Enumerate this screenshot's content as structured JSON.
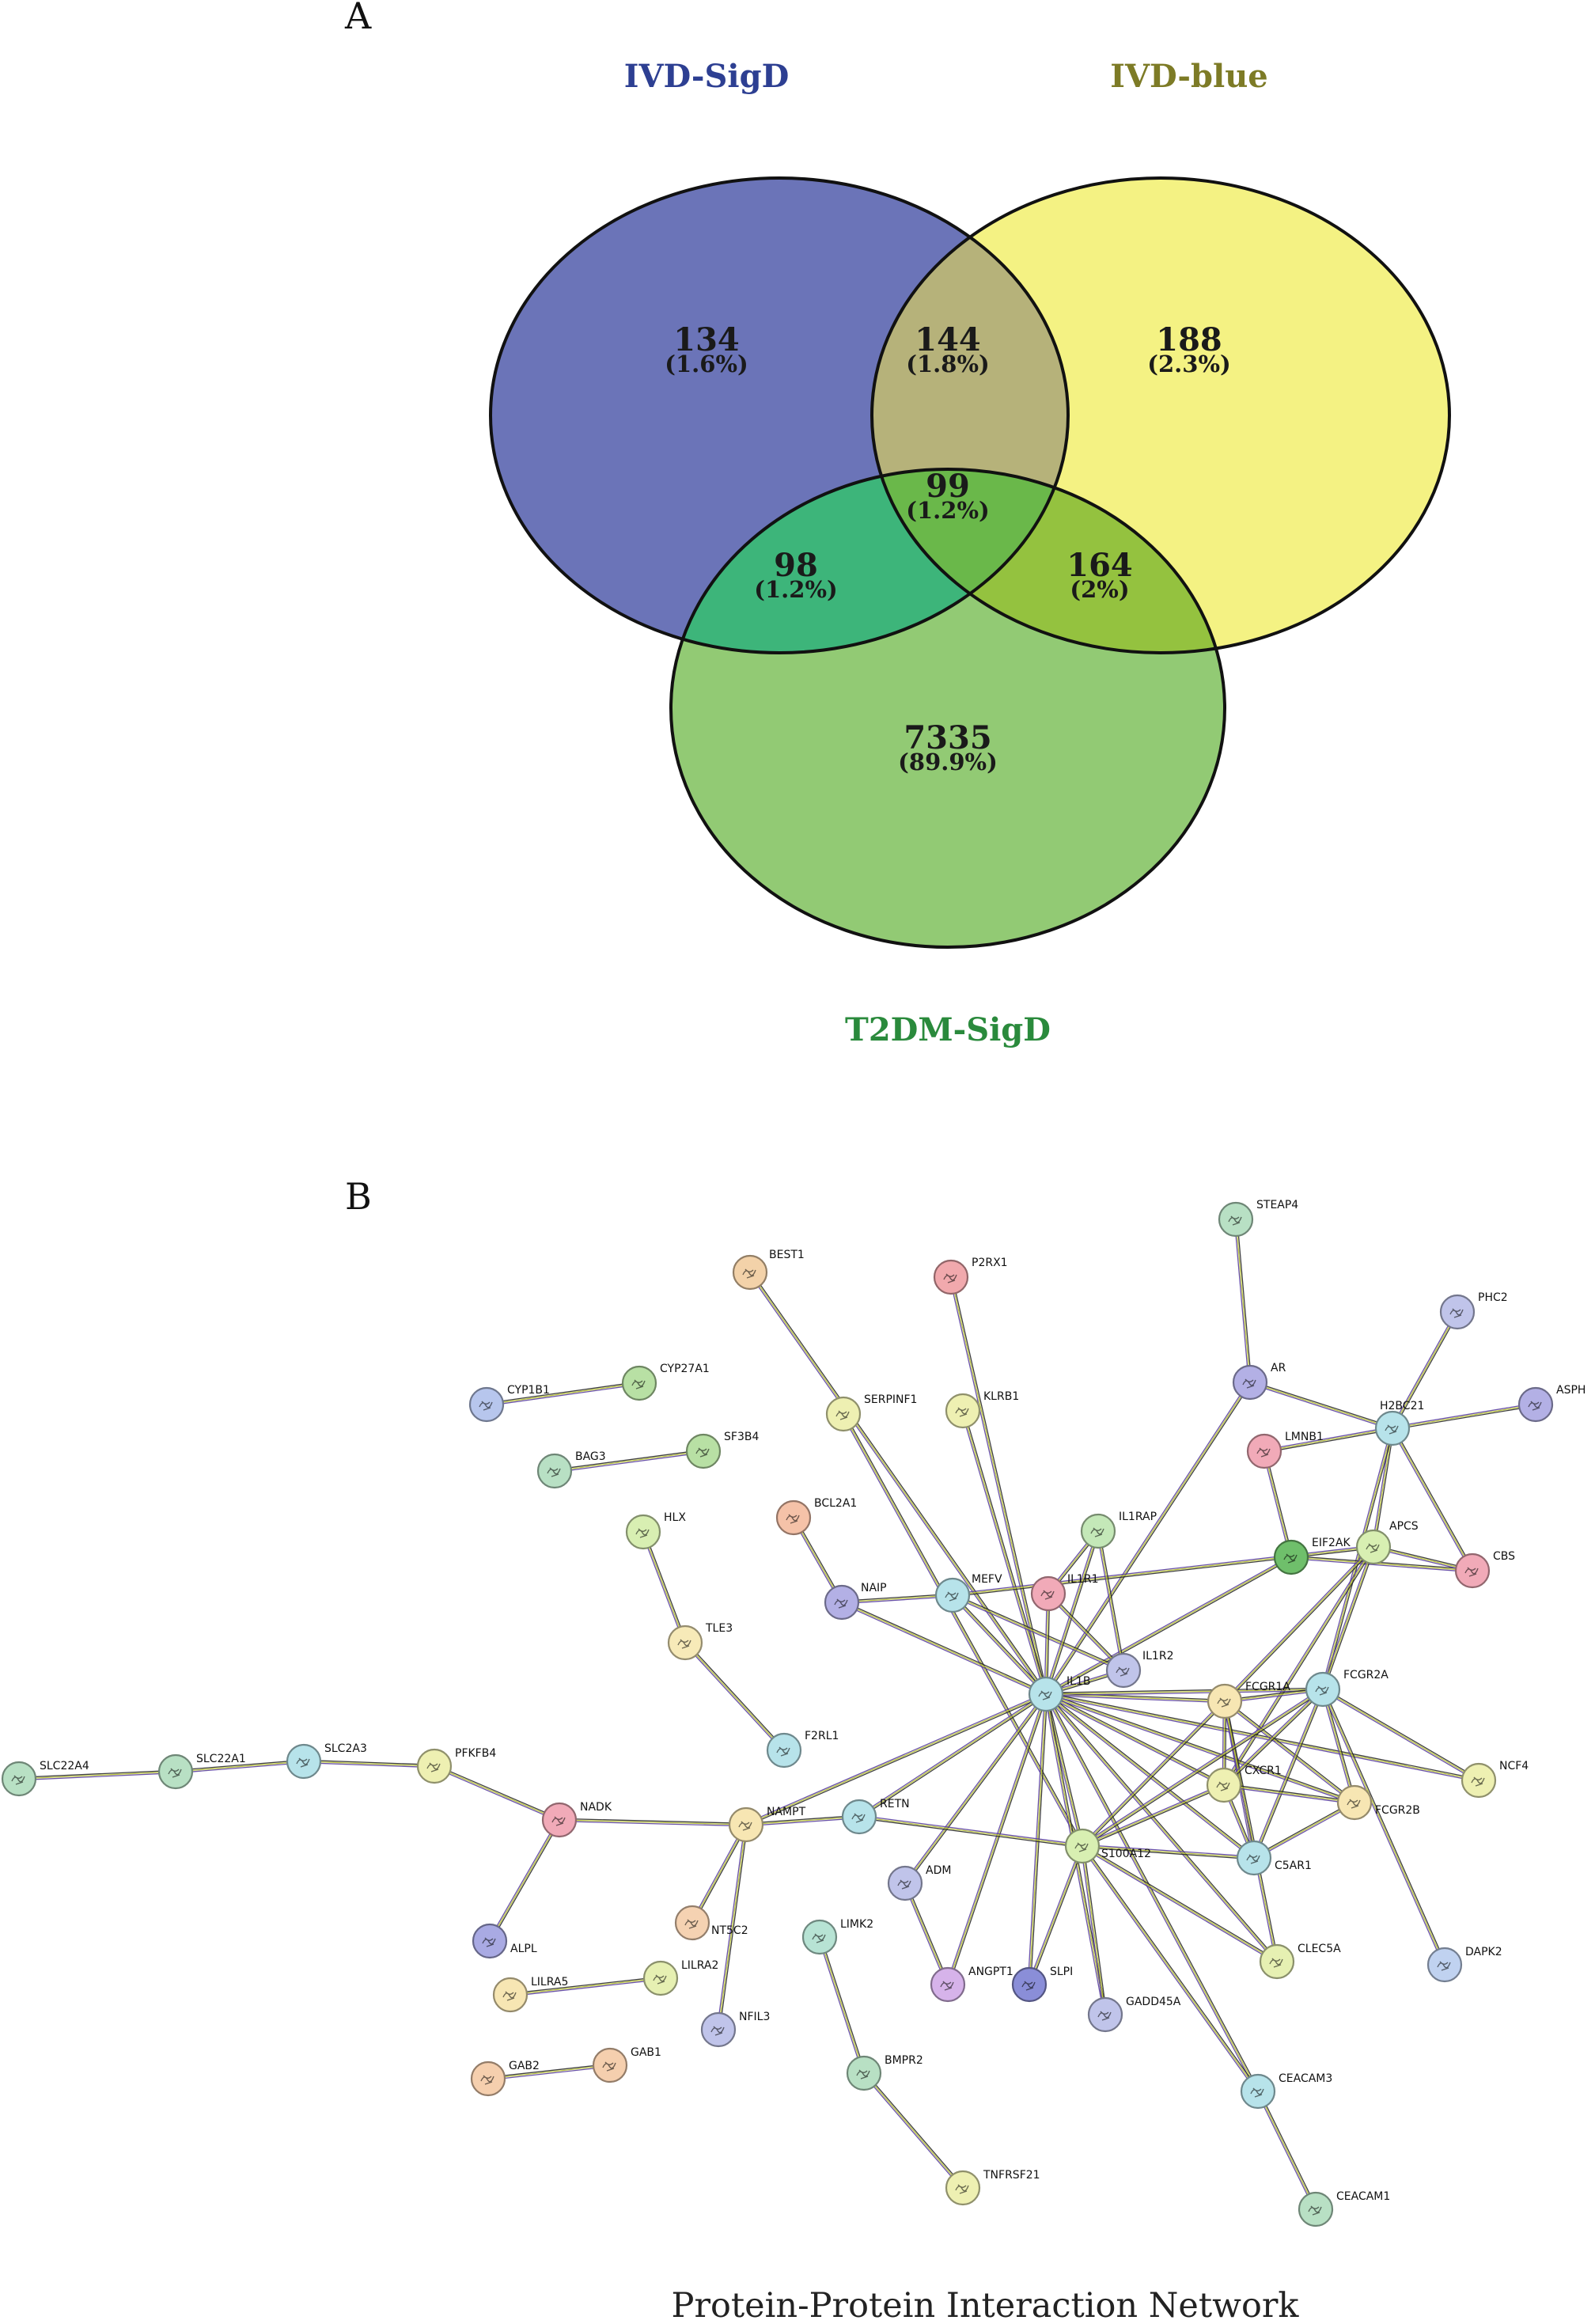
{
  "panel_a": {
    "label": "A",
    "sets": [
      {
        "id": "ivd_sigd",
        "name": "IVD-SigD",
        "color": "#6b74b8",
        "label_color": "#2d3f92"
      },
      {
        "id": "ivd_blue",
        "name": "IVD-blue",
        "color": "#f4f283",
        "label_color": "#7d7b26"
      },
      {
        "id": "t2dm_sigd",
        "name": "T2DM-SigD",
        "color": "#92ca74",
        "label_color": "#2a8a3c"
      }
    ],
    "regions": [
      {
        "sets": [
          "ivd_sigd"
        ],
        "count": "134",
        "percent": "(1.6%)"
      },
      {
        "sets": [
          "ivd_sigd",
          "ivd_blue"
        ],
        "count": "144",
        "percent": "(1.8%)"
      },
      {
        "sets": [
          "ivd_blue"
        ],
        "count": "188",
        "percent": "(2.3%)"
      },
      {
        "sets": [
          "ivd_sigd",
          "ivd_blue",
          "t2dm_sigd"
        ],
        "count": "99",
        "percent": "(1.2%)"
      },
      {
        "sets": [
          "ivd_sigd",
          "t2dm_sigd"
        ],
        "count": "98",
        "percent": "(1.2%)"
      },
      {
        "sets": [
          "ivd_blue",
          "t2dm_sigd"
        ],
        "count": "164",
        "percent": "(2%)"
      },
      {
        "sets": [
          "t2dm_sigd"
        ],
        "count": "7335",
        "percent": "(89.9%)"
      }
    ],
    "region_colors": {
      "ivd_sigd&ivd_blue": "#b6b27a",
      "ivd_sigd&t2dm_sigd": "#3db57a",
      "ivd_blue&t2dm_sigd": "#94c23f",
      "all": "#6ab84a"
    }
  },
  "panel_b": {
    "label": "B",
    "title": "Protein-Protein Interaction Network",
    "edge_colors": [
      "#2a2a2a",
      "#b5bf2e",
      "#5a3fa0",
      "#3f8fd1",
      "#d9d33a"
    ],
    "nodes": [
      {
        "id": "STEAP4",
        "color": "#b8e0c4"
      },
      {
        "id": "PHC2",
        "color": "#c0c4ea"
      },
      {
        "id": "BEST1",
        "color": "#f3d2a9"
      },
      {
        "id": "P2RX1",
        "color": "#f1a9ad"
      },
      {
        "id": "ASPH",
        "color": "#b3b0e5"
      },
      {
        "id": "AR",
        "color": "#b3b0e5"
      },
      {
        "id": "H2BC21",
        "color": "#b7e3ea"
      },
      {
        "id": "CYP1B1",
        "color": "#b7c6ed"
      },
      {
        "id": "CYP27A1",
        "color": "#b8e0a4"
      },
      {
        "id": "SERPINF1",
        "color": "#eef0b2"
      },
      {
        "id": "KLRB1",
        "color": "#eef0b2"
      },
      {
        "id": "LMNB1",
        "color": "#f1aab8"
      },
      {
        "id": "BAG3",
        "color": "#b8e0c4"
      },
      {
        "id": "SF3B4",
        "color": "#b8e0a4"
      },
      {
        "id": "HLX",
        "color": "#d8efb2"
      },
      {
        "id": "BCL2A1",
        "color": "#f5c2a8"
      },
      {
        "id": "IL1RAP",
        "color": "#c4e8b8"
      },
      {
        "id": "EIF2AK",
        "color": "#6fbf6b"
      },
      {
        "id": "APCS",
        "color": "#d8efb2"
      },
      {
        "id": "CBS",
        "color": "#f1aab8"
      },
      {
        "id": "NAIP",
        "color": "#b3b0e5"
      },
      {
        "id": "MEFV",
        "color": "#b7e3ea"
      },
      {
        "id": "IL1R1",
        "color": "#f1aab8"
      },
      {
        "id": "TLE3",
        "color": "#f7eab8"
      },
      {
        "id": "IL1R2",
        "color": "#c0c4ea"
      },
      {
        "id": "IL1B",
        "color": "#b7e3ea"
      },
      {
        "id": "FCGR1A",
        "color": "#f7e6b3"
      },
      {
        "id": "FCGR2A",
        "color": "#b7e3ea"
      },
      {
        "id": "F2RL1",
        "color": "#b7e3ea"
      },
      {
        "id": "SLC22A4",
        "color": "#b8e0c4"
      },
      {
        "id": "SLC22A1",
        "color": "#b8e0c4"
      },
      {
        "id": "SLC2A3",
        "color": "#b7e3ea"
      },
      {
        "id": "PFKFB4",
        "color": "#eef0b2"
      },
      {
        "id": "NCF4",
        "color": "#eef0b2"
      },
      {
        "id": "CXCR1",
        "color": "#eef0b2"
      },
      {
        "id": "NADK",
        "color": "#f1aab8"
      },
      {
        "id": "FCGR2B",
        "color": "#f7e6b3"
      },
      {
        "id": "NAMPT",
        "color": "#f7e6b3"
      },
      {
        "id": "RETN",
        "color": "#b7e3ea"
      },
      {
        "id": "S100A12",
        "color": "#d8efb2"
      },
      {
        "id": "C5AR1",
        "color": "#b7e3ea"
      },
      {
        "id": "ADM",
        "color": "#c0c4ea"
      },
      {
        "id": "NT5C2",
        "color": "#f5d2b2"
      },
      {
        "id": "ALPL",
        "color": "#a9aae3"
      },
      {
        "id": "LIMK2",
        "color": "#b7e3d4"
      },
      {
        "id": "DAPK2",
        "color": "#c0d2f0"
      },
      {
        "id": "CLEC5A",
        "color": "#e6f0b2"
      },
      {
        "id": "LILRA5",
        "color": "#f7e6b3"
      },
      {
        "id": "LILRA2",
        "color": "#e6f0b2"
      },
      {
        "id": "ANGPT1",
        "color": "#d6b3ea"
      },
      {
        "id": "SLPI",
        "color": "#8a8ed8"
      },
      {
        "id": "GADD45A",
        "color": "#c0c4ea"
      },
      {
        "id": "NFIL3",
        "color": "#c0c4ea"
      },
      {
        "id": "GAB2",
        "color": "#f5cfae"
      },
      {
        "id": "GAB1",
        "color": "#f5cfae"
      },
      {
        "id": "BMPR2",
        "color": "#b8e0c4"
      },
      {
        "id": "CEACAM3",
        "color": "#b7e3ea"
      },
      {
        "id": "TNFRSF21",
        "color": "#eef0b2"
      },
      {
        "id": "CEACAM1",
        "color": "#b8e0c4"
      }
    ],
    "edges": [
      [
        "STEAP4",
        "AR"
      ],
      [
        "PHC2",
        "H2BC21"
      ],
      [
        "ASPH",
        "H2BC21"
      ],
      [
        "AR",
        "H2BC21"
      ],
      [
        "AR",
        "IL1B"
      ],
      [
        "H2BC21",
        "LMNB1"
      ],
      [
        "H2BC21",
        "APCS"
      ],
      [
        "H2BC21",
        "CBS"
      ],
      [
        "H2BC21",
        "FCGR2A"
      ],
      [
        "CYP1B1",
        "CYP27A1"
      ],
      [
        "BAG3",
        "SF3B4"
      ],
      [
        "HLX",
        "TLE3"
      ],
      [
        "TLE3",
        "F2RL1"
      ],
      [
        "BEST1",
        "IL1B"
      ],
      [
        "P2RX1",
        "IL1B"
      ],
      [
        "SERPINF1",
        "S100A12"
      ],
      [
        "KLRB1",
        "IL1B"
      ],
      [
        "LMNB1",
        "EIF2AK"
      ],
      [
        "EIF2AK",
        "IL1B"
      ],
      [
        "EIF2AK",
        "CBS"
      ],
      [
        "APCS",
        "CBS"
      ],
      [
        "APCS",
        "FCGR1A"
      ],
      [
        "APCS",
        "FCGR2A"
      ],
      [
        "APCS",
        "CXCR1"
      ],
      [
        "APCS",
        "MEFV"
      ],
      [
        "BCL2A1",
        "NAIP"
      ],
      [
        "NAIP",
        "MEFV"
      ],
      [
        "NAIP",
        "IL1B"
      ],
      [
        "MEFV",
        "IL1B"
      ],
      [
        "MEFV",
        "IL1R2"
      ],
      [
        "IL1RAP",
        "IL1R1"
      ],
      [
        "IL1RAP",
        "IL1R2"
      ],
      [
        "IL1RAP",
        "IL1B"
      ],
      [
        "IL1R1",
        "IL1B"
      ],
      [
        "IL1R1",
        "IL1R2"
      ],
      [
        "IL1R2",
        "IL1B"
      ],
      [
        "IL1B",
        "FCGR1A"
      ],
      [
        "IL1B",
        "FCGR2A"
      ],
      [
        "IL1B",
        "CXCR1"
      ],
      [
        "IL1B",
        "FCGR2B"
      ],
      [
        "IL1B",
        "S100A12"
      ],
      [
        "IL1B",
        "C5AR1"
      ],
      [
        "IL1B",
        "RETN"
      ],
      [
        "IL1B",
        "NAMPT"
      ],
      [
        "IL1B",
        "ADM"
      ],
      [
        "IL1B",
        "ANGPT1"
      ],
      [
        "IL1B",
        "SLPI"
      ],
      [
        "IL1B",
        "CLEC5A"
      ],
      [
        "IL1B",
        "CEACAM3"
      ],
      [
        "IL1B",
        "NCF4"
      ],
      [
        "IL1B",
        "GADD45A"
      ],
      [
        "FCGR1A",
        "FCGR2A"
      ],
      [
        "FCGR1A",
        "FCGR2B"
      ],
      [
        "FCGR1A",
        "C5AR1"
      ],
      [
        "FCGR1A",
        "CXCR1"
      ],
      [
        "FCGR1A",
        "S100A12"
      ],
      [
        "FCGR1A",
        "CLEC5A"
      ],
      [
        "FCGR2A",
        "FCGR2B"
      ],
      [
        "FCGR2A",
        "C5AR1"
      ],
      [
        "FCGR2A",
        "CXCR1"
      ],
      [
        "FCGR2A",
        "S100A12"
      ],
      [
        "FCGR2A",
        "NCF4"
      ],
      [
        "FCGR2A",
        "DAPK2"
      ],
      [
        "CXCR1",
        "C5AR1"
      ],
      [
        "CXCR1",
        "S100A12"
      ],
      [
        "CXCR1",
        "FCGR2B"
      ],
      [
        "C5AR1",
        "S100A12"
      ],
      [
        "C5AR1",
        "FCGR2B"
      ],
      [
        "S100A12",
        "RETN"
      ],
      [
        "S100A12",
        "SLPI"
      ],
      [
        "S100A12",
        "CEACAM3"
      ],
      [
        "S100A12",
        "GADD45A"
      ],
      [
        "S100A12",
        "CLEC5A"
      ],
      [
        "CEACAM3",
        "CEACAM1"
      ],
      [
        "ADM",
        "ANGPT1"
      ],
      [
        "SLC22A4",
        "SLC22A1"
      ],
      [
        "SLC22A1",
        "SLC2A3"
      ],
      [
        "SLC2A3",
        "PFKFB4"
      ],
      [
        "PFKFB4",
        "NADK"
      ],
      [
        "NADK",
        "NAMPT"
      ],
      [
        "NADK",
        "ALPL"
      ],
      [
        "NAMPT",
        "RETN"
      ],
      [
        "NAMPT",
        "NT5C2"
      ],
      [
        "NAMPT",
        "NFIL3"
      ],
      [
        "LILRA5",
        "LILRA2"
      ],
      [
        "GAB2",
        "GAB1"
      ],
      [
        "LIMK2",
        "BMPR2"
      ],
      [
        "BMPR2",
        "TNFRSF21"
      ]
    ]
  }
}
